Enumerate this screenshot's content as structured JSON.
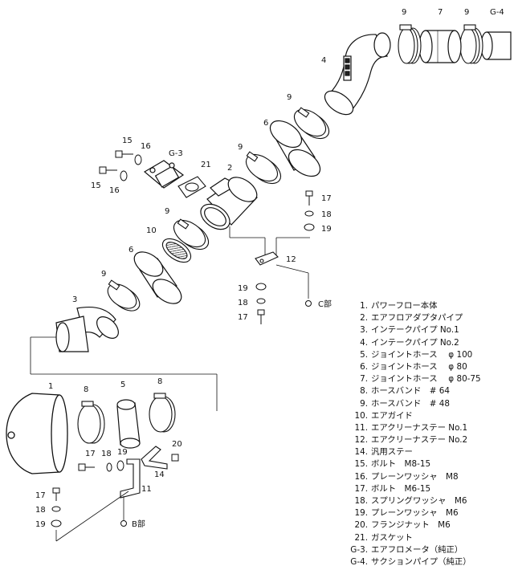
{
  "callouts": {
    "n1": "1",
    "n2": "2",
    "n3": "3",
    "n4": "4",
    "n5": "5",
    "n6a": "6",
    "n6b": "6",
    "n7": "7",
    "n8a": "8",
    "n8b": "8",
    "n9a": "9",
    "n9b": "9",
    "n9c": "9",
    "n9d": "9",
    "n9e": "9",
    "n9f": "9",
    "n10": "10",
    "n11": "11",
    "n12": "12",
    "n14": "14",
    "n15a": "15",
    "n15b": "15",
    "n16a": "16",
    "n16b": "16",
    "n17a": "17",
    "n17b": "17",
    "n17c": "17",
    "n17d": "17",
    "n18a": "18",
    "n18b": "18",
    "n18c": "18",
    "n18d": "18",
    "n19a": "19",
    "n19b": "19",
    "n19c": "19",
    "n19d": "19",
    "n20": "20",
    "n21": "21",
    "g3": "G-3",
    "g4": "G-4",
    "c_part": "C部",
    "b_part": "B部"
  },
  "legend": [
    {
      "num": "1.",
      "name": "パワーフロー本体"
    },
    {
      "num": "2.",
      "name": "エアフロアダプタパイプ"
    },
    {
      "num": "3.",
      "name": "インテークパイプ No.1"
    },
    {
      "num": "4.",
      "name": "インテークパイプ No.2"
    },
    {
      "num": "5.",
      "name": "ジョイントホース　 φ 100"
    },
    {
      "num": "6.",
      "name": "ジョイントホース　 φ 80"
    },
    {
      "num": "7.",
      "name": "ジョイントホース　 φ 80-75"
    },
    {
      "num": "8.",
      "name": "ホースバンド　# 64"
    },
    {
      "num": "9.",
      "name": "ホースバンド　# 48"
    },
    {
      "num": "10.",
      "name": "エアガイド"
    },
    {
      "num": "11.",
      "name": "エアクリーナステー No.1"
    },
    {
      "num": "12.",
      "name": "エアクリーナステー No.2"
    },
    {
      "num": "14.",
      "name": "汎用ステー"
    },
    {
      "num": "15.",
      "name": "ボルト　M8-15"
    },
    {
      "num": "16.",
      "name": "プレーンワッシャ　M8"
    },
    {
      "num": "17.",
      "name": "ボルト　M6-15"
    },
    {
      "num": "18.",
      "name": "スプリングワッシャ　M6"
    },
    {
      "num": "19.",
      "name": "プレーンワッシャ　M6"
    },
    {
      "num": "20.",
      "name": "フランジナット　M6"
    },
    {
      "num": "21.",
      "name": "ガスケット"
    },
    {
      "num": "G-3.",
      "name": "エアフロメータ（純正）"
    },
    {
      "num": "G-4.",
      "name": "サクションパイプ（純正）"
    }
  ]
}
